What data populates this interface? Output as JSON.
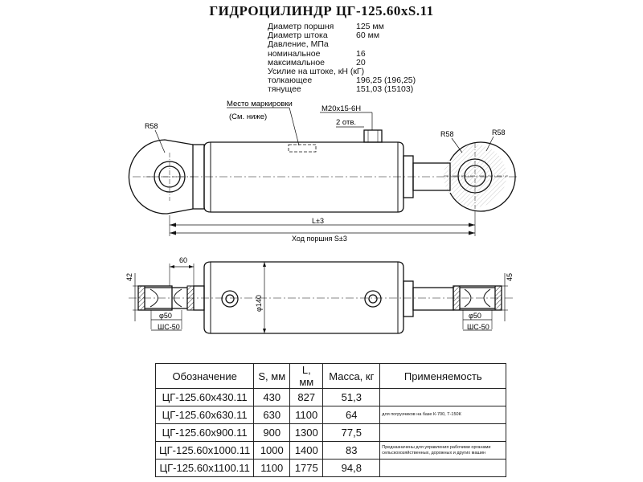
{
  "title": "ГИДРОЦИЛИНДР ЦГ-125.60хS.11",
  "specs": [
    {
      "label": "Диаметр поршня",
      "value": "125 мм"
    },
    {
      "label": "Диаметр штока",
      "value": "60 мм"
    },
    {
      "label": "Давление, МПа",
      "value": ""
    },
    {
      "label": "номинальное",
      "value": "16"
    },
    {
      "label": "максимальное",
      "value": "20"
    },
    {
      "label": "Усилие на штоке, кН (кГ)",
      "value": ""
    },
    {
      "label": "толкающее",
      "value": "196,25 (196,25)"
    },
    {
      "label": "тянущее",
      "value": "151,03 (15103)"
    }
  ],
  "drawing": {
    "marking_place": "Место маркировки",
    "see_below": "(См. ниже)",
    "thread": "М20х15-6Н",
    "two_holes": "2 отв.",
    "r58_left": "R58",
    "r58_right_a": "R58",
    "r58_right_b": "R58",
    "dim_l": "L±3",
    "dim_stroke": "Ход поршня S±3",
    "dim_60": "60",
    "dim_42": "42",
    "dim_45": "45",
    "dim_phi140": "φ140",
    "dim_phi50_left": "φ50",
    "dim_phi50_right": "φ50",
    "bearing_left": "ШС-50",
    "bearing_right": "ШС-50"
  },
  "table": {
    "headers": [
      "Обозначение",
      "S, мм",
      "L, мм",
      "Масса, кг",
      "Применяемость"
    ],
    "rows": [
      {
        "designation": "ЦГ-125.60х430.11",
        "s": "430",
        "l": "827",
        "mass": "51,3",
        "application": ""
      },
      {
        "designation": "ЦГ-125.60х630.11",
        "s": "630",
        "l": "1100",
        "mass": "64",
        "application": "для погрузчиков на базе К-700, Т-150К"
      },
      {
        "designation": "ЦГ-125.60х900.11",
        "s": "900",
        "l": "1300",
        "mass": "77,5",
        "application": ""
      },
      {
        "designation": "ЦГ-125.60х1000.11",
        "s": "1000",
        "l": "1400",
        "mass": "83",
        "application": "Предназначены для управления рабочими органами сельскохозяйственных, дорожных и других машин"
      },
      {
        "designation": "ЦГ-125.60х1100.11",
        "s": "1100",
        "l": "1775",
        "mass": "94,8",
        "application": ""
      }
    ]
  }
}
